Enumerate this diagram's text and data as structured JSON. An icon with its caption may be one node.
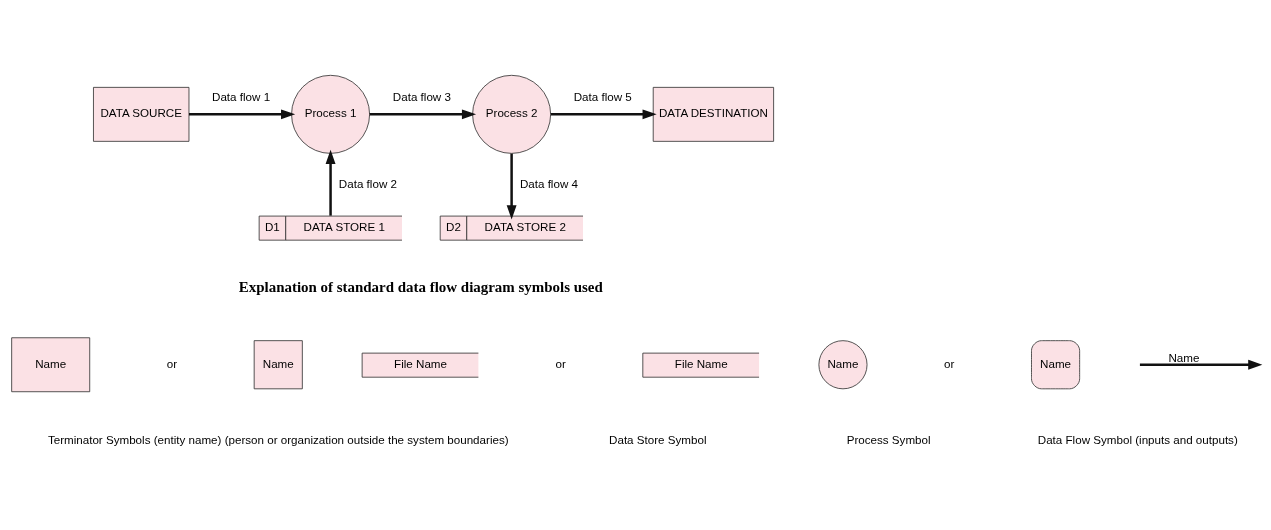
{
  "diagram": {
    "nodes": [
      {
        "text": [
          "DATA SOURCE"
        ]
      },
      {
        "text": [
          "Process 1"
        ]
      },
      {
        "text": [
          "Process 2"
        ]
      },
      {
        "text": [
          "DATA DESTINATION"
        ]
      },
      {
        "text": [
          "D1",
          "DATA STORE 1"
        ]
      },
      {
        "text": [
          "D2",
          "DATA STORE 2"
        ]
      },
      {
        "text": [
          "Name"
        ]
      },
      {
        "text": [
          "Name"
        ]
      },
      {
        "text": [
          "File Name"
        ]
      },
      {
        "text": [
          "File Name"
        ]
      },
      {
        "text": [
          "Name"
        ]
      },
      {
        "text": [
          "Name"
        ]
      }
    ],
    "edges": [
      {
        "from": 0,
        "to": 1,
        "arrow": "to",
        "label": "Data flow 1"
      },
      {
        "from": 4,
        "to": 1,
        "arrow": "to",
        "label": "Data flow 2"
      },
      {
        "from": 1,
        "to": 2,
        "arrow": "to",
        "label": "Data flow 3"
      },
      {
        "from": 2,
        "to": 5,
        "arrow": "to",
        "label": "Data flow 4"
      },
      {
        "from": 2,
        "to": 3,
        "arrow": "to",
        "label": "Data flow 5"
      }
    ],
    "labels": [
      "Explanation of standard data flow diagram symbols used",
      "or",
      "or",
      "or",
      "Name",
      "Terminator Symbols (entity name) (person or organization outside the system boundaries)",
      "Data Store Symbol",
      "Process Symbol",
      "Data Flow Symbol (inputs and outputs)"
    ]
  }
}
